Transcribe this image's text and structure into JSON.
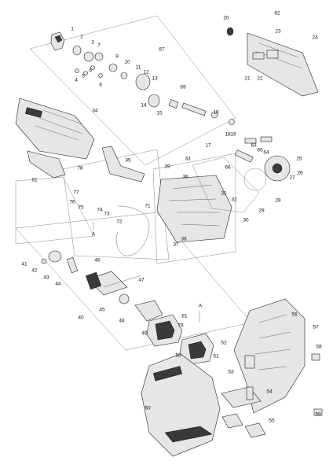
{
  "labels": {
    "l1": "1",
    "l2": "2",
    "l3": "3",
    "l4": "4",
    "l5": "5",
    "l6": "6",
    "l7": "7",
    "l8": "8",
    "l9": "9",
    "l10": "10",
    "l11": "11",
    "l12": "12",
    "l13": "13",
    "l14": "14",
    "l15": "15",
    "l16": "16",
    "l17": "17",
    "l18": "18",
    "l19": "19",
    "l20": "20",
    "l21": "21",
    "l22": "22",
    "l23": "23",
    "l24": "24",
    "l25": "25",
    "l26": "26",
    "l27": "27",
    "l28": "28",
    "l29": "29",
    "l30": "30",
    "l31": "31",
    "l32": "32",
    "l33": "33",
    "l34": "34",
    "l35": "35",
    "l36": "36",
    "l37": "37",
    "l38": "38",
    "l39": "39",
    "l40": "40",
    "l41": "41",
    "l42": "42",
    "l43": "43",
    "l44": "44",
    "l45": "45",
    "l46": "46",
    "l47": "47",
    "l48": "48",
    "l49": "49",
    "l50": "50",
    "l51": "51",
    "l52": "52",
    "l53": "53",
    "l54": "54",
    "l55": "55",
    "l56": "56",
    "l57": "57",
    "l58": "58",
    "l59": "59",
    "l60": "60",
    "l61": "61",
    "l62": "62",
    "l63": "63",
    "l64": "64",
    "l65": "65",
    "l66": "66",
    "l67": "67",
    "l69": "69",
    "l71": "71",
    "l72": "72",
    "l73": "73",
    "l74": "74",
    "l75": "75",
    "l76": "76",
    "l77": "77",
    "l78": "78",
    "l79": "79",
    "l81": "81",
    "refA1": "A",
    "refA2": "A"
  },
  "colors": {
    "line": "#444444",
    "part_fill": "#e6e6e6",
    "dark_fill": "#3a3a3a",
    "background": "#ffffff"
  }
}
